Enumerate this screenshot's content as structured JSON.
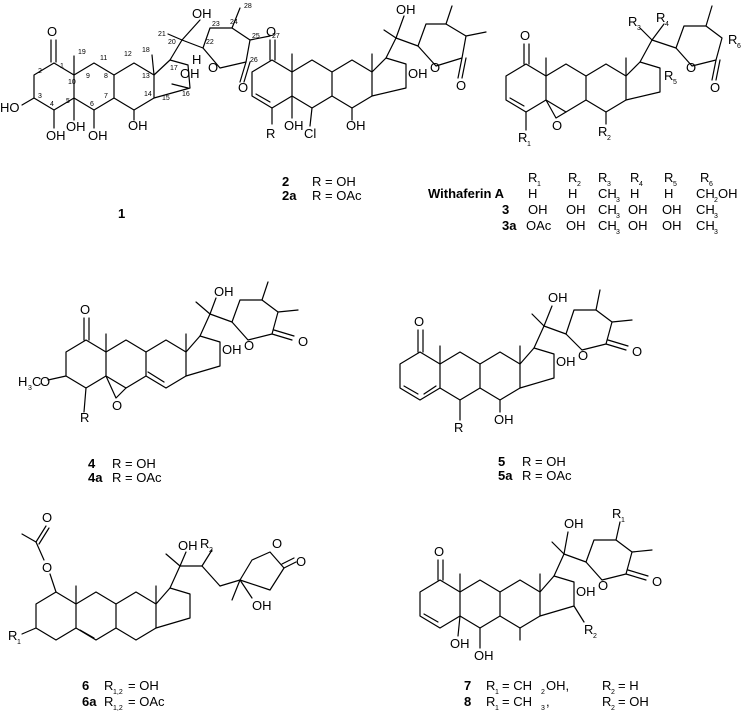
{
  "compounds": {
    "c1": {
      "label": "1",
      "atoms": [
        "O",
        "HO",
        "OH",
        "OH",
        "OH",
        "OH",
        "OH",
        "H",
        "OH",
        "O",
        "O"
      ],
      "numbering": [
        "1",
        "2",
        "3",
        "4",
        "5",
        "6",
        "7",
        "8",
        "9",
        "10",
        "11",
        "12",
        "13",
        "14",
        "15",
        "16",
        "17",
        "18",
        "19",
        "20",
        "21",
        "22",
        "23",
        "24",
        "25",
        "26",
        "27",
        "28"
      ]
    },
    "c2": {
      "labels": [
        "2",
        "2a"
      ],
      "atoms": [
        "O",
        "R",
        "OH",
        "Cl",
        "OH",
        "OH",
        "O",
        "O",
        "OH"
      ],
      "variants": [
        "R = OH",
        "R = OAc"
      ]
    },
    "c3": {
      "atoms": [
        "O",
        "O",
        "R",
        "R",
        "R",
        "R",
        "R",
        "O",
        "O",
        "R"
      ],
      "atom_subs": [
        "1",
        "2",
        "3",
        "4",
        "5",
        "6"
      ],
      "table_headers": [
        "R",
        "R",
        "R",
        "R",
        "R",
        "R"
      ],
      "header_subs": [
        "1",
        "2",
        "3",
        "4",
        "5",
        "6"
      ],
      "rows": [
        {
          "name": "Withaferin A",
          "cells": [
            "H",
            "H",
            "CH",
            "H",
            "H",
            "CH",
            "OH"
          ],
          "subs": [
            "3",
            "2"
          ]
        },
        {
          "name": "3",
          "cells": [
            "OH",
            "OH",
            "CH",
            "OH",
            "OH",
            "CH"
          ],
          "subs": [
            "3",
            "3"
          ]
        },
        {
          "name": "3a",
          "cells": [
            "OAc",
            "OH",
            "CH",
            "OH",
            "OH",
            "CH"
          ],
          "subs": [
            "3",
            "3"
          ]
        }
      ]
    },
    "c4": {
      "labels": [
        "4",
        "4a"
      ],
      "atoms": [
        "O",
        "H",
        "C",
        "O",
        "R",
        "O",
        "OH",
        "OH",
        "O",
        "O"
      ],
      "atom_sub": "3",
      "variants": [
        "R = OH",
        "R = OAc"
      ]
    },
    "c5": {
      "labels": [
        "5",
        "5a"
      ],
      "atoms": [
        "O",
        "R",
        "OH",
        "OH",
        "O",
        "O",
        "OH"
      ],
      "variants": [
        "R = OH",
        "R = OAc"
      ]
    },
    "c6": {
      "labels": [
        "6",
        "6a"
      ],
      "atoms": [
        "O",
        "O",
        "R",
        "OH",
        "R",
        "O",
        "O",
        "OH"
      ],
      "atom_subs": [
        "1",
        "2"
      ],
      "variants": [
        "R",
        "R"
      ],
      "variant_subs": [
        "1,2",
        "1,2"
      ],
      "variant_values": [
        "= OH",
        "= OAc"
      ]
    },
    "c7": {
      "labels": [
        "7",
        "8"
      ],
      "atoms": [
        "O",
        "OH",
        "OH",
        "OH",
        "R",
        "R",
        "O",
        "O",
        "OH"
      ],
      "atom_subs": [
        "1",
        "2"
      ],
      "rows": [
        {
          "r1": "= CH",
          "r1_sub": "2",
          "r1_tail": "OH,",
          "r2": "= H"
        },
        {
          "r1": "= CH",
          "r1_sub": "3",
          "r1_tail": ",",
          "r2": "= OH"
        }
      ],
      "r": "R",
      "r_subs": [
        "1",
        "2"
      ]
    }
  }
}
